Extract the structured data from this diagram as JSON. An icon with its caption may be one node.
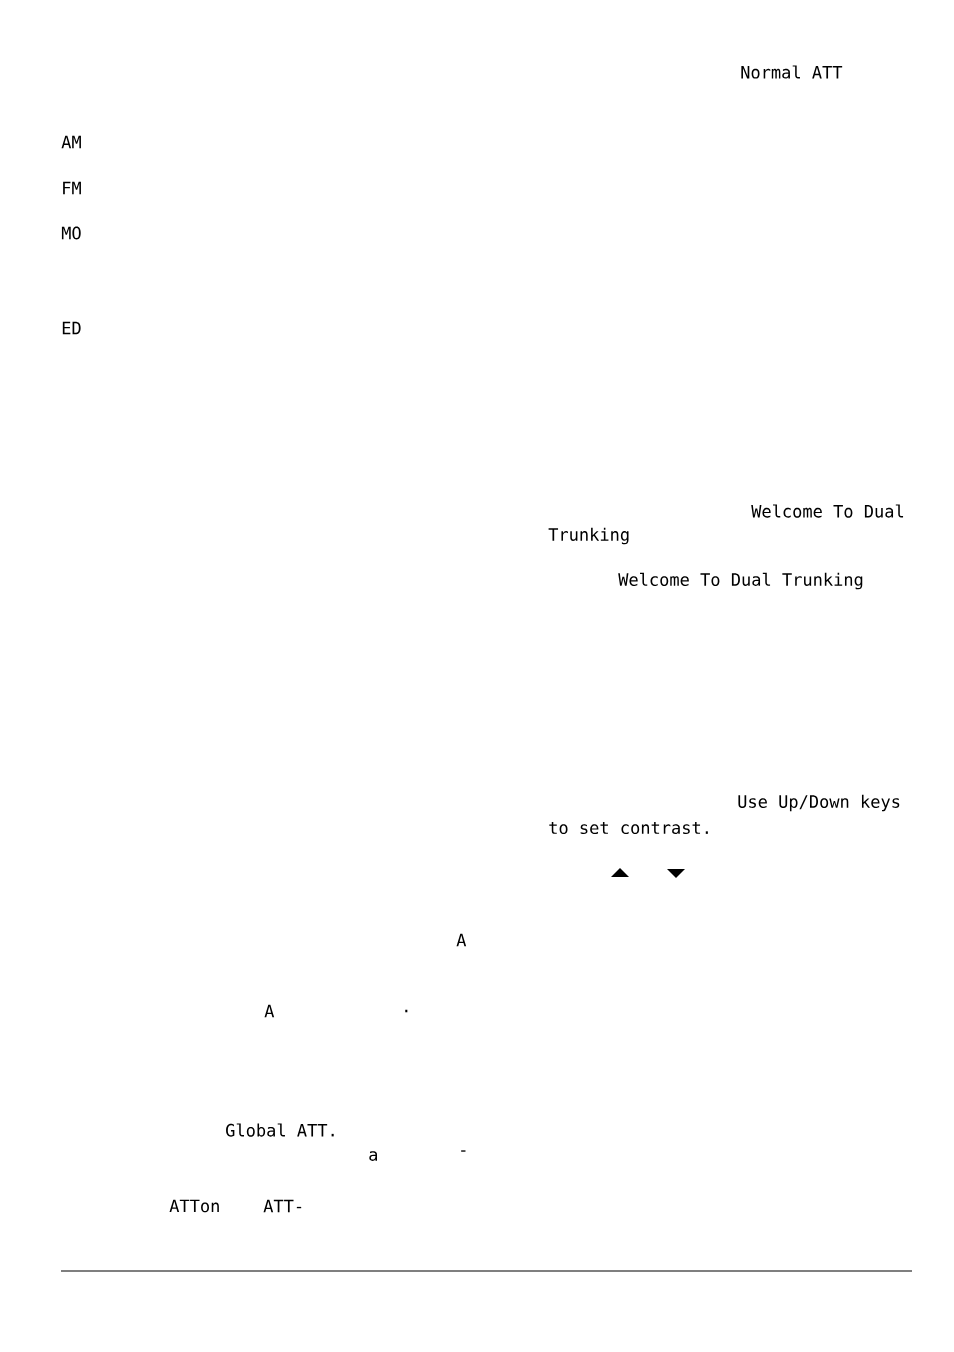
{
  "diagram": {
    "labels": [
      "Normal ATT",
      "AM",
      "FM",
      "MO",
      "ED",
      "Welcome To Dual",
      "Trunking",
      "Welcome To Dual Trunking",
      "Use Up/Down keys",
      "to set contrast.",
      "A",
      "A",
      ".",
      "Global ATT.",
      "a",
      "-",
      "ATTon",
      "ATT-"
    ]
  }
}
